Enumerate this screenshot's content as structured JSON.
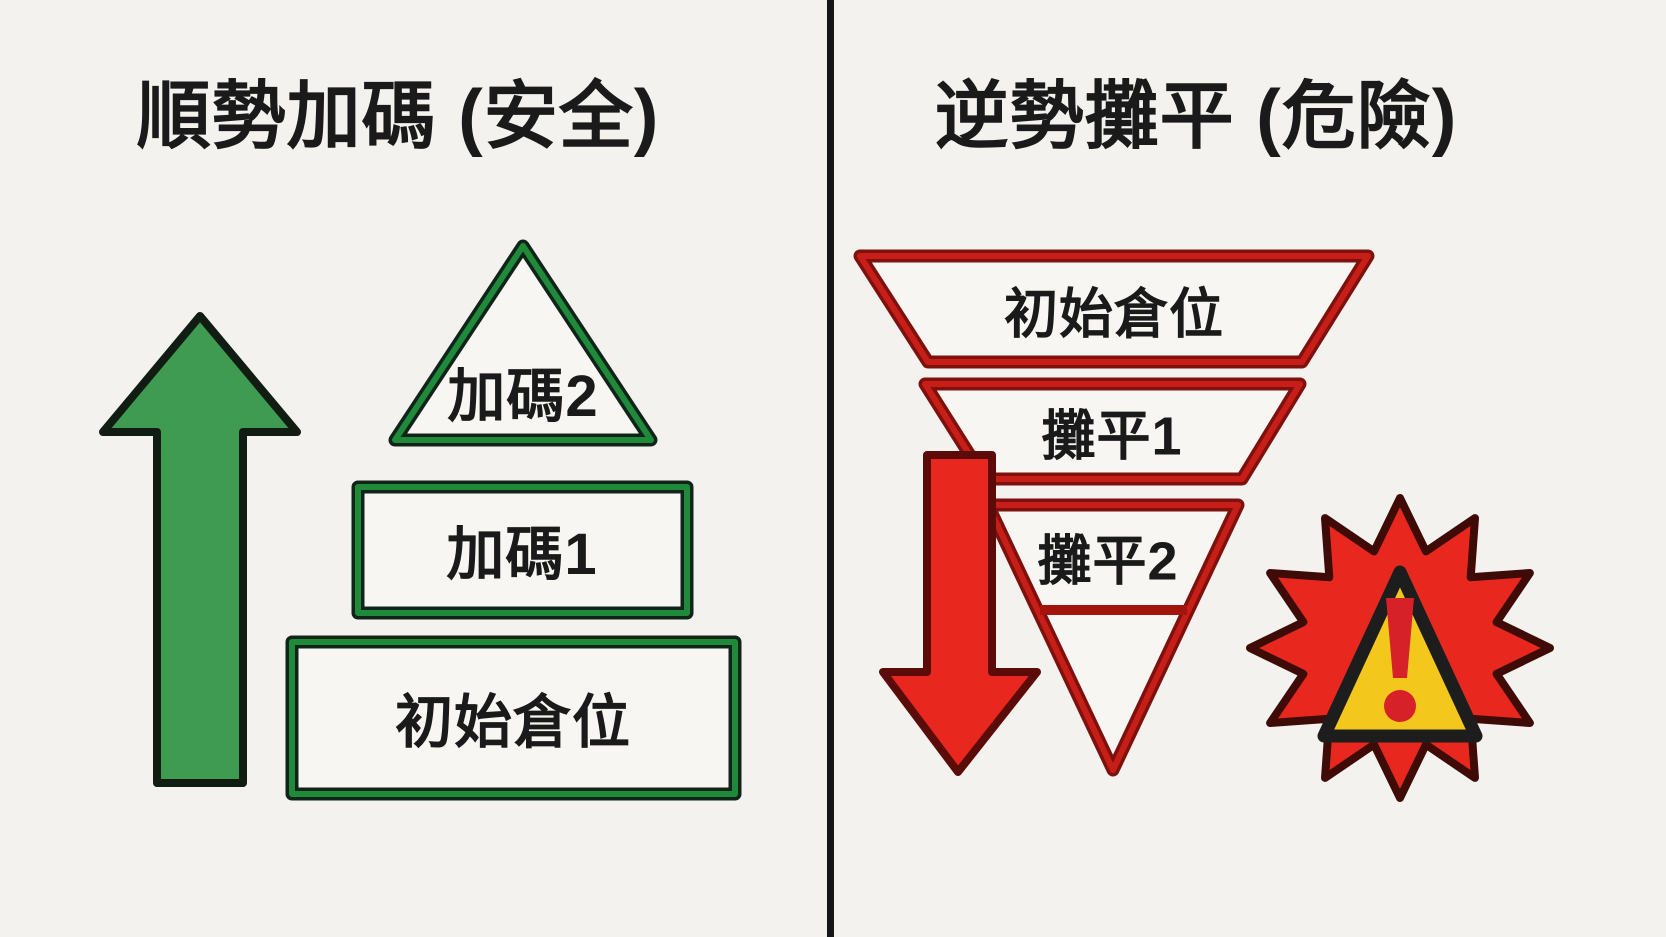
{
  "background_color": "#f4f2ef",
  "divider_color": "#161616",
  "left_panel": {
    "title": "順勢加碼 (安全)",
    "arrow": {
      "icon": "up-arrow",
      "direction": "up",
      "color": "#3e9b51"
    },
    "accent_color": "#1f8a3a",
    "pyramid_levels": [
      {
        "label": "加碼2"
      },
      {
        "label": "加碼1"
      },
      {
        "label": "初始倉位"
      }
    ]
  },
  "right_panel": {
    "title": "逆勢攤平 (危險)",
    "arrow": {
      "icon": "down-arrow",
      "direction": "down",
      "color": "#e8281e"
    },
    "accent_color": "#c71f17",
    "funnel_levels": [
      {
        "label": "初始倉位"
      },
      {
        "label": "攤平1"
      },
      {
        "label": "攤平2"
      }
    ],
    "warning": {
      "icon": "warning-burst",
      "burst_color": "#e8281e",
      "triangle_color": "#f3c71c",
      "exclamation_color": "#d62129"
    }
  }
}
